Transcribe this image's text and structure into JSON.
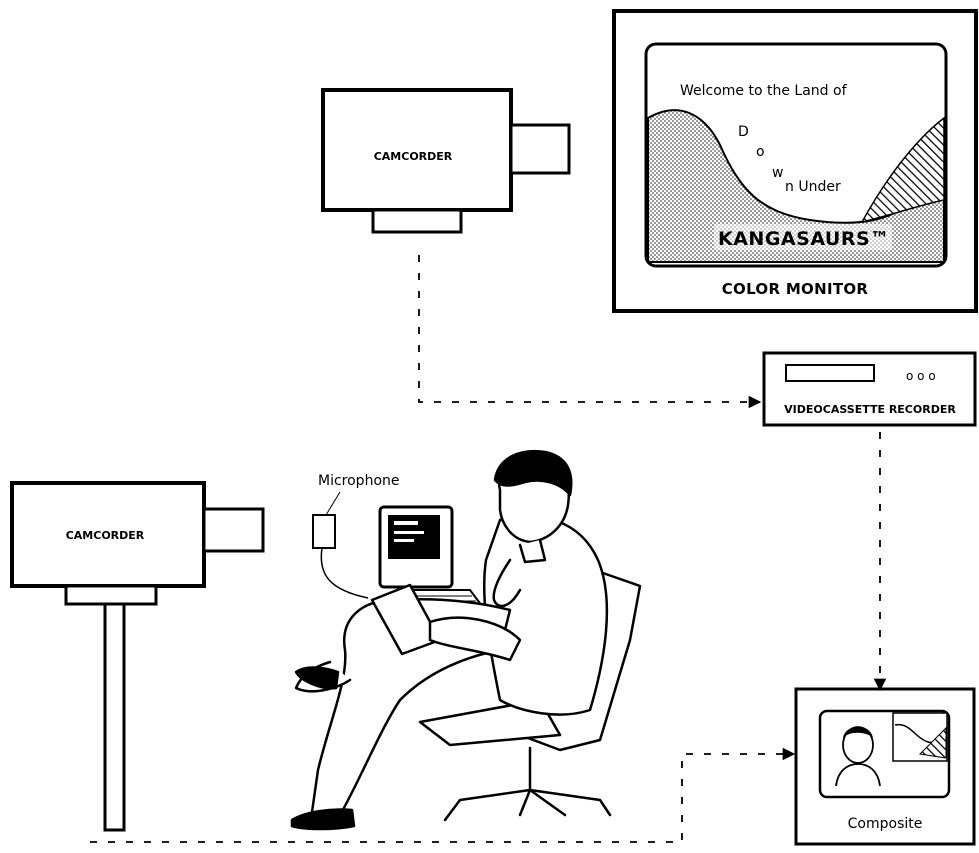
{
  "labels": {
    "camcorder_top": "CAMCORDER",
    "camcorder_left": "CAMCORDER",
    "monitor_line1": "Welcome to the Land of",
    "monitor_letter_d": "D",
    "monitor_letter_o": "o",
    "monitor_letter_w": "w",
    "monitor_rest": "n Under",
    "monitor_brand": "KANGASAURS™",
    "color_monitor": "COLOR MONITOR",
    "vcr": "VIDEOCASSETTE RECORDER",
    "vcr_dials": "o o o",
    "microphone": "Microphone",
    "composite": "Composite"
  }
}
